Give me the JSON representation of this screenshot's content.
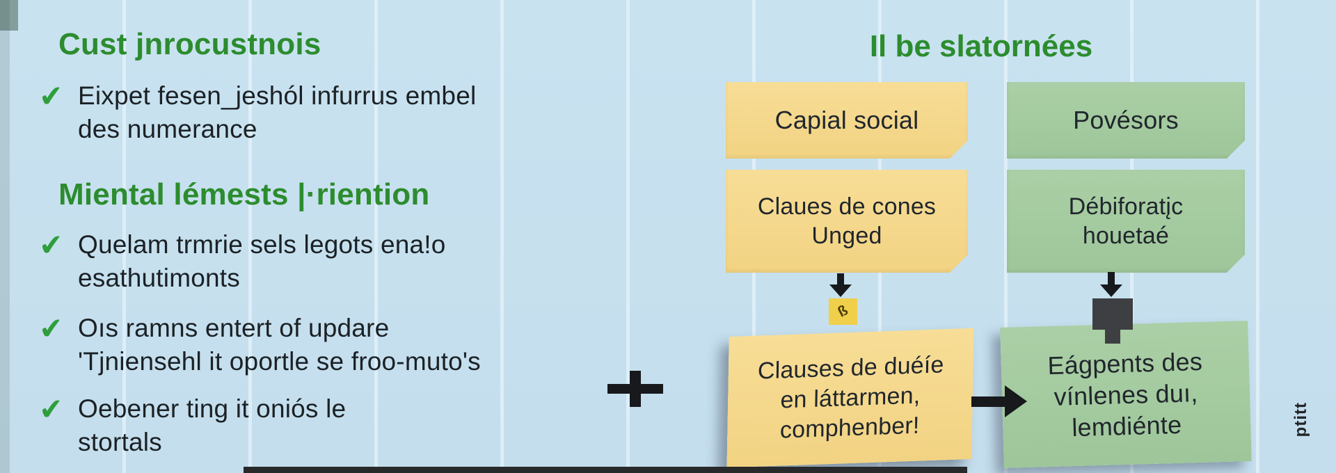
{
  "colors": {
    "background": "#c6dfee",
    "heading_green": "#2c8c2e",
    "check_green": "#2f9e3c",
    "body_text": "#1b2125",
    "yellow_box": "#f5d88c",
    "green_box": "#a7cca2",
    "arrow_black": "#17191c",
    "connector_gray": "#3e3f42",
    "stamp_yellow": "#f0d04a"
  },
  "icons": {
    "check": "✔",
    "stamp": "ß",
    "plus": "+"
  },
  "left_panel": {
    "heading1": "Cust jnrocustnois",
    "heading2": "Miental lémests |·riention",
    "bullets": [
      {
        "lines": [
          "Eixpet fesen_jeshól infurrus embel",
          "des numerance"
        ]
      },
      {
        "lines": [
          "Quelam trmrie sels legots ena!o",
          "esathutimonts"
        ]
      },
      {
        "lines": [
          "Oıs ramns entert of updare",
          "'Tjniensehl it oportle se froo-muto's"
        ]
      },
      {
        "lines": [
          "Oebener ting it oniós le",
          "stortals"
        ]
      }
    ]
  },
  "right_panel": {
    "heading": "Il be slatornées",
    "boxes": [
      {
        "id": "capital",
        "style": "yellow",
        "lines": [
          "Capial social"
        ]
      },
      {
        "id": "povesors",
        "style": "green",
        "lines": [
          "Povésors"
        ]
      },
      {
        "id": "claues",
        "style": "yellow",
        "lines": [
          "Claues de cones",
          "Unged"
        ]
      },
      {
        "id": "debiforatic",
        "style": "green",
        "lines": [
          "Débiforatįc",
          "houetaé"
        ]
      },
      {
        "id": "clauses",
        "style": "yellow",
        "lines": [
          "Clauses de duéíe",
          "en láttarmen,",
          "comphenber!"
        ]
      },
      {
        "id": "eagpents",
        "style": "green",
        "lines": [
          "Eágpents des",
          "vínlenes duı,",
          "lemdiénte"
        ]
      }
    ]
  },
  "footer": {
    "vertical_text": "ptitt"
  }
}
